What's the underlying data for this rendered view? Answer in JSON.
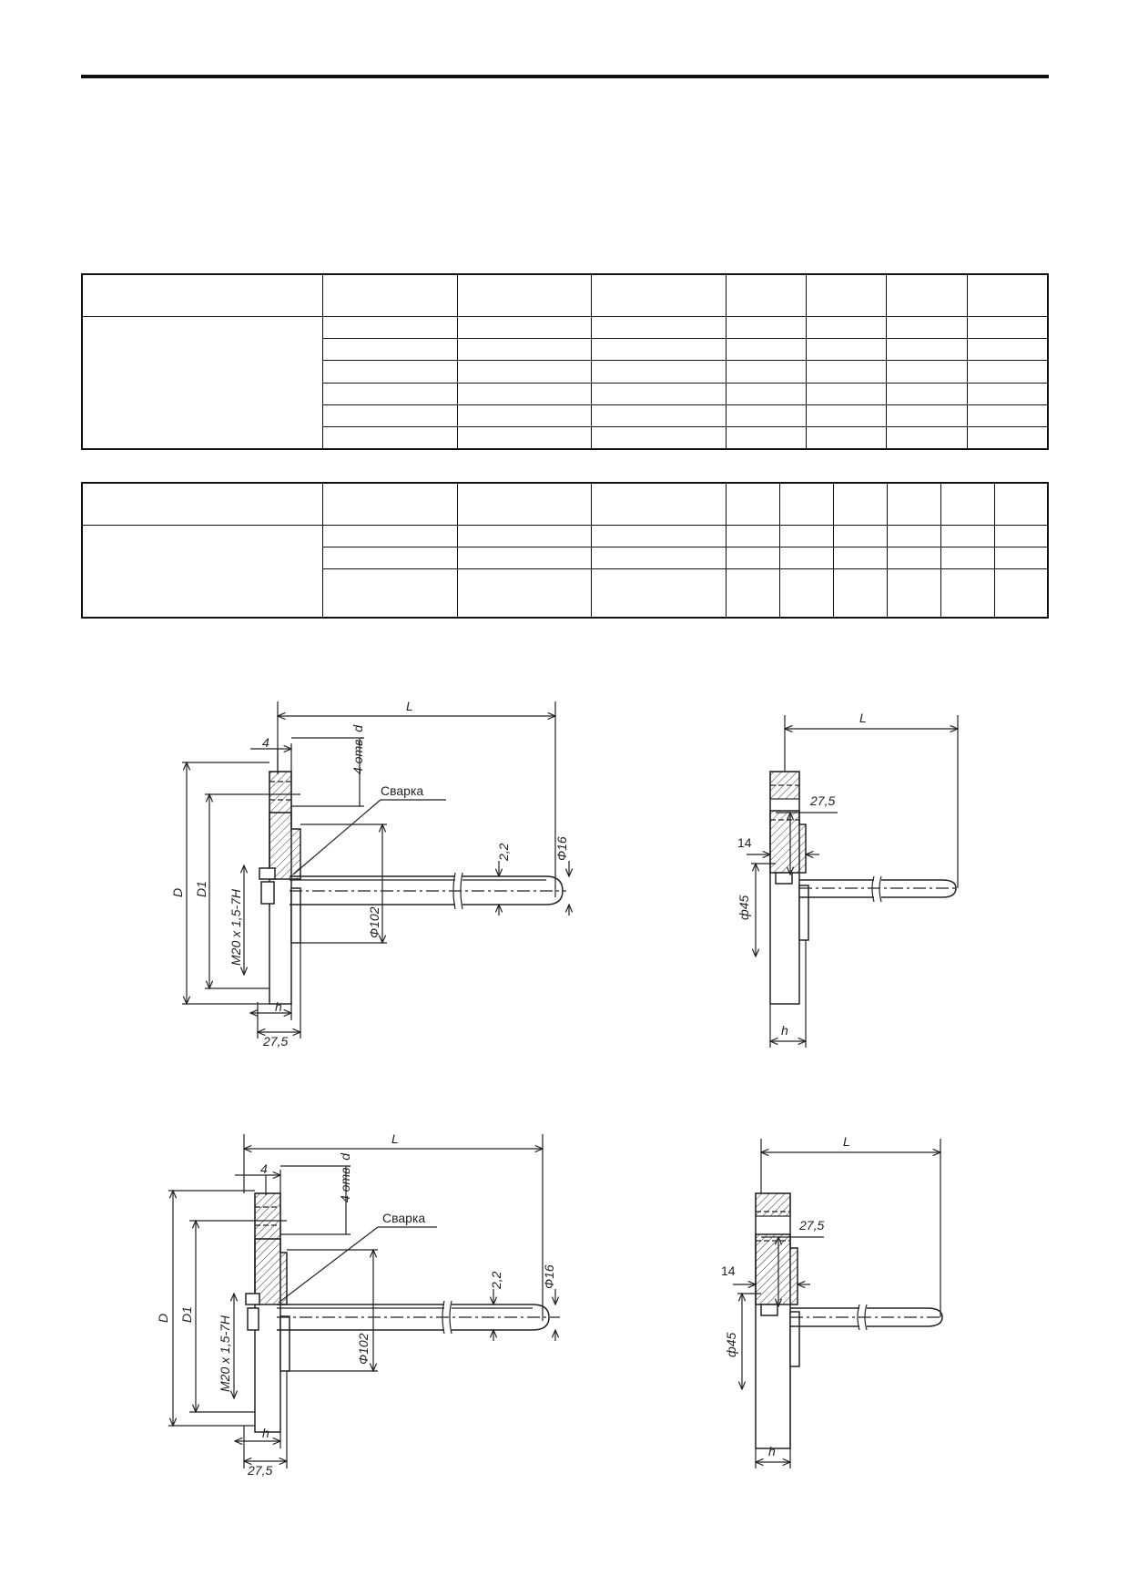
{
  "drawings": {
    "top_left": {
      "L": "L",
      "holes": "4 отв. d",
      "w4": "4",
      "weld": "Сварка",
      "phi16": "Ф16",
      "t22": "2,2",
      "D": "D",
      "D1": "D1",
      "thread": "M20 x 1,5-7H",
      "phi102": "Ф102",
      "h": "h",
      "w275": "27,5"
    },
    "top_right": {
      "L": "L",
      "w275": "27,5",
      "w14": "14",
      "phi45": "ф45",
      "h": "h"
    },
    "bottom_left": {
      "L": "L",
      "holes": "4 отв. d",
      "w4": "4",
      "weld": "Сварка",
      "phi16": "Ф16",
      "t22": "2,2",
      "D": "D",
      "D1": "D1",
      "thread": "M20 x 1,5-7H",
      "phi102": "Ф102",
      "h": "h",
      "w275": "27,5"
    },
    "bottom_right": {
      "L": "L",
      "w275": "27,5",
      "w14": "14",
      "phi45": "ф45",
      "h": "h"
    }
  }
}
